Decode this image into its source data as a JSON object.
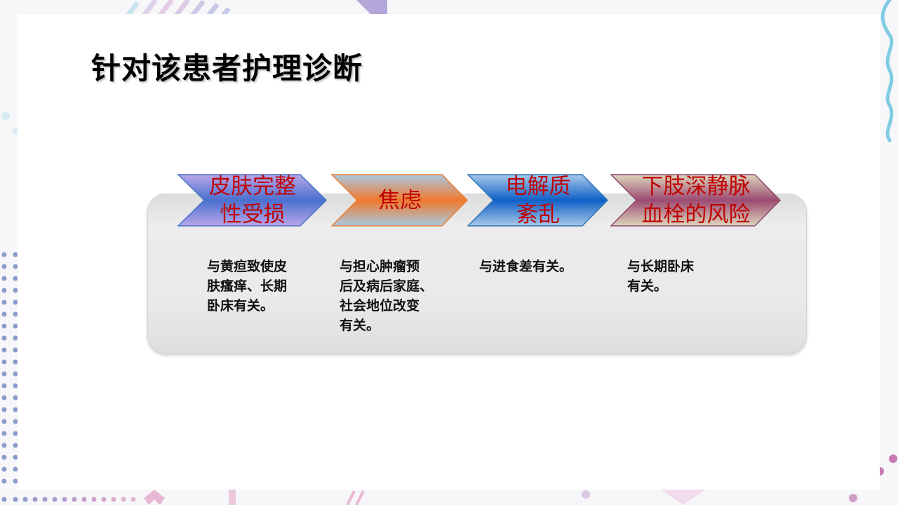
{
  "slide": {
    "title": "针对该患者护理诊断"
  },
  "diagnoses": [
    {
      "label": "皮肤完整\n性受损",
      "reason": "与黄疸致使皮\n肤瘙痒、长期\n卧床有关。",
      "colors": {
        "top": "#b5a2e6",
        "mid": "#4a6fd0",
        "bottom": "#b5a2e6",
        "border": "#4472c4"
      }
    },
    {
      "label": "焦虑",
      "reason": "与担心肿瘤预\n后及病后家庭、\n社会地位改变\n有关。",
      "colors": {
        "top": "#a9c8e0",
        "mid": "#f07a2e",
        "bottom": "#a9c8e0",
        "border": "#ed7d31"
      }
    },
    {
      "label": "电解质\n紊乱",
      "reason": "与进食差有关。",
      "colors": {
        "top": "#a8c8e6",
        "mid": "#1060c8",
        "bottom": "#a8c8e6",
        "border": "#2e75b6"
      }
    },
    {
      "label": "下肢深静脉\n血栓的风险",
      "reason": "与长期卧床\n有关。",
      "colors": {
        "top": "#d8d2b8",
        "mid": "#9c4a72",
        "bottom": "#d8d2b8",
        "border": "#8a4a6e"
      }
    }
  ],
  "theme": {
    "label_color": "#c00000",
    "panel_color": "#e9e9e9",
    "wave_color": "#6cc3e0",
    "dot_left_color": "#8a9ccc",
    "dot_pink_color": "#c77bb4"
  }
}
